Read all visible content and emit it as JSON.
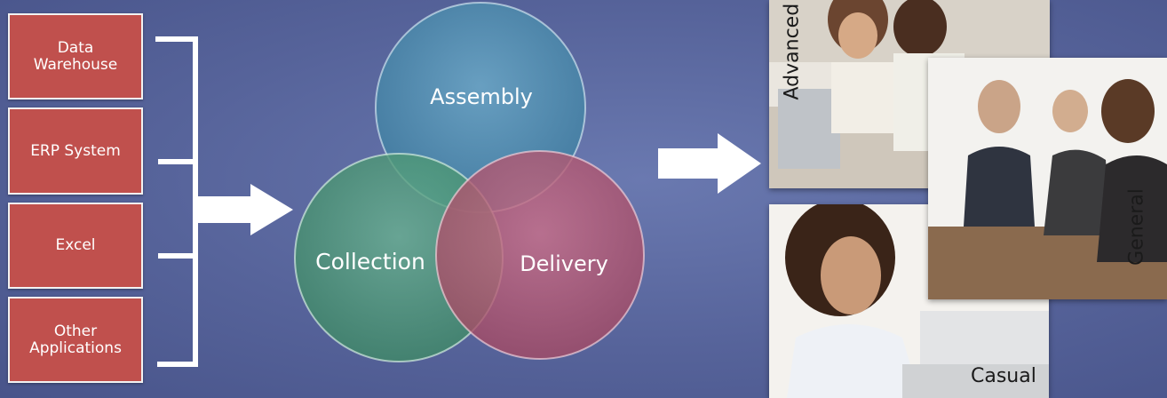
{
  "sources": [
    {
      "label": "Data\nWarehouse"
    },
    {
      "label": "ERP System"
    },
    {
      "label": "Excel"
    },
    {
      "label": "Other\nApplications"
    }
  ],
  "circles": {
    "assembly": "Assembly",
    "collection": "Collection",
    "delivery": "Delivery"
  },
  "user_groups": {
    "advanced": "Advanced",
    "general": "General",
    "casual": "Casual"
  },
  "colors": {
    "background": "#56639a",
    "source_box": "#c0504d",
    "assembly": "#4f8fb0",
    "collection": "#4f9a78",
    "delivery": "#b5546e"
  }
}
